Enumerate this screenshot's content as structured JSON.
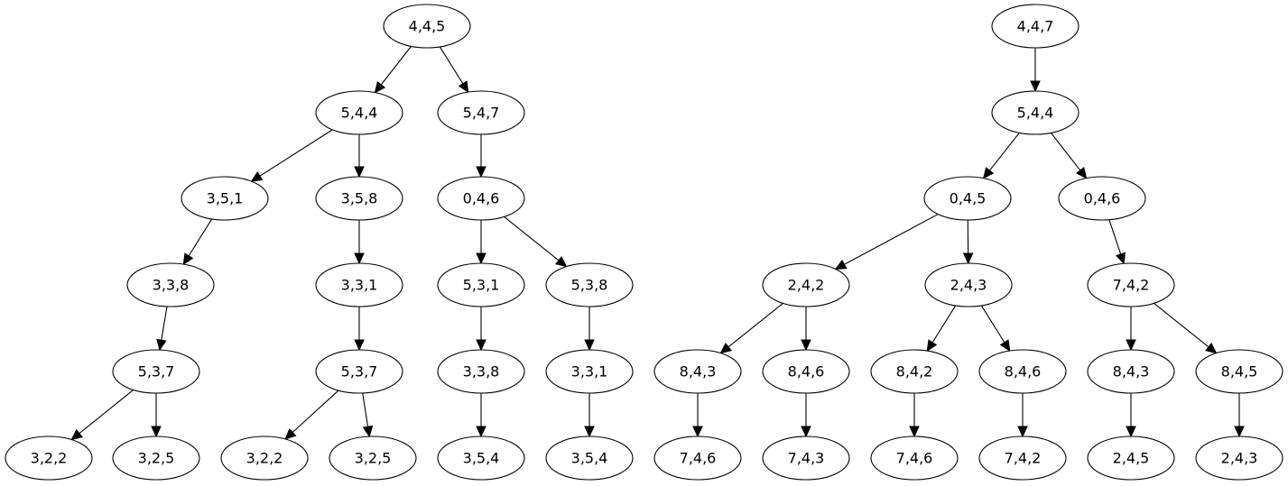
{
  "colors": {
    "background": "#ffffff",
    "stroke": "#000000",
    "text": "#000000"
  },
  "trees": [
    {
      "name": "tree-left",
      "nodes": [
        {
          "id": "a1",
          "label": "4,4,5"
        },
        {
          "id": "a2",
          "label": "5,4,4"
        },
        {
          "id": "a3",
          "label": "5,4,7"
        },
        {
          "id": "a4",
          "label": "3,5,1"
        },
        {
          "id": "a5",
          "label": "3,5,8"
        },
        {
          "id": "a6",
          "label": "0,4,6"
        },
        {
          "id": "a7",
          "label": "3,3,8"
        },
        {
          "id": "a8",
          "label": "3,3,1"
        },
        {
          "id": "a9",
          "label": "5,3,1"
        },
        {
          "id": "a10",
          "label": "5,3,8"
        },
        {
          "id": "a11",
          "label": "5,3,7"
        },
        {
          "id": "a12",
          "label": "5,3,7"
        },
        {
          "id": "a13",
          "label": "3,3,8"
        },
        {
          "id": "a14",
          "label": "3,3,1"
        },
        {
          "id": "a15",
          "label": "3,2,2"
        },
        {
          "id": "a16",
          "label": "3,2,5"
        },
        {
          "id": "a17",
          "label": "3,2,2"
        },
        {
          "id": "a18",
          "label": "3,2,5"
        },
        {
          "id": "a19",
          "label": "3,5,4"
        },
        {
          "id": "a20",
          "label": "3,5,4"
        }
      ],
      "edges": [
        [
          "a1",
          "a2"
        ],
        [
          "a1",
          "a3"
        ],
        [
          "a2",
          "a4"
        ],
        [
          "a2",
          "a5"
        ],
        [
          "a3",
          "a6"
        ],
        [
          "a4",
          "a7"
        ],
        [
          "a5",
          "a8"
        ],
        [
          "a6",
          "a9"
        ],
        [
          "a6",
          "a10"
        ],
        [
          "a7",
          "a11"
        ],
        [
          "a8",
          "a12"
        ],
        [
          "a9",
          "a13"
        ],
        [
          "a10",
          "a14"
        ],
        [
          "a11",
          "a15"
        ],
        [
          "a11",
          "a16"
        ],
        [
          "a12",
          "a17"
        ],
        [
          "a12",
          "a18"
        ],
        [
          "a13",
          "a19"
        ],
        [
          "a14",
          "a20"
        ]
      ]
    },
    {
      "name": "tree-right",
      "nodes": [
        {
          "id": "b1",
          "label": "4,4,7"
        },
        {
          "id": "b2",
          "label": "5,4,4"
        },
        {
          "id": "b3",
          "label": "0,4,5"
        },
        {
          "id": "b4",
          "label": "0,4,6"
        },
        {
          "id": "b5",
          "label": "2,4,2"
        },
        {
          "id": "b6",
          "label": "2,4,3"
        },
        {
          "id": "b7",
          "label": "7,4,2"
        },
        {
          "id": "b8",
          "label": "8,4,3"
        },
        {
          "id": "b9",
          "label": "8,4,6"
        },
        {
          "id": "b10",
          "label": "8,4,2"
        },
        {
          "id": "b11",
          "label": "8,4,6"
        },
        {
          "id": "b12",
          "label": "8,4,3"
        },
        {
          "id": "b13",
          "label": "8,4,5"
        },
        {
          "id": "b14",
          "label": "7,4,6"
        },
        {
          "id": "b15",
          "label": "7,4,3"
        },
        {
          "id": "b16",
          "label": "7,4,6"
        },
        {
          "id": "b17",
          "label": "7,4,2"
        },
        {
          "id": "b18",
          "label": "2,4,5"
        },
        {
          "id": "b19",
          "label": "2,4,3"
        }
      ],
      "edges": [
        [
          "b1",
          "b2"
        ],
        [
          "b2",
          "b3"
        ],
        [
          "b2",
          "b4"
        ],
        [
          "b3",
          "b5"
        ],
        [
          "b3",
          "b6"
        ],
        [
          "b4",
          "b7"
        ],
        [
          "b5",
          "b8"
        ],
        [
          "b5",
          "b9"
        ],
        [
          "b6",
          "b10"
        ],
        [
          "b6",
          "b11"
        ],
        [
          "b7",
          "b12"
        ],
        [
          "b7",
          "b13"
        ],
        [
          "b8",
          "b14"
        ],
        [
          "b9",
          "b15"
        ],
        [
          "b10",
          "b16"
        ],
        [
          "b11",
          "b17"
        ],
        [
          "b12",
          "b18"
        ],
        [
          "b13",
          "b19"
        ]
      ]
    }
  ]
}
